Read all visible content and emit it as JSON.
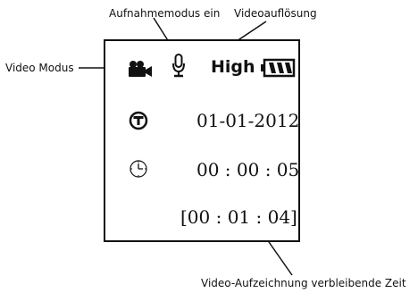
{
  "callouts": {
    "record_mode": "Aufnahmemodus ein",
    "video_resolution": "Videoauflösung",
    "video_mode": "Video Modus",
    "remaining_time": "Video-Aufzeichnung verbleibende Zeit"
  },
  "screen": {
    "resolution": "High",
    "date": "01-01-2012",
    "time": "00 : 00 : 05",
    "remaining": "[00 : 01 : 04]"
  },
  "battery_level": 1.0,
  "icons": {
    "mode": "video-camera-icon",
    "microphone": "microphone-icon",
    "battery": "battery-icon",
    "date": "t-circle-icon",
    "time": "clock-icon"
  },
  "colors": {
    "ink": "#111111",
    "background": "#ffffff"
  }
}
